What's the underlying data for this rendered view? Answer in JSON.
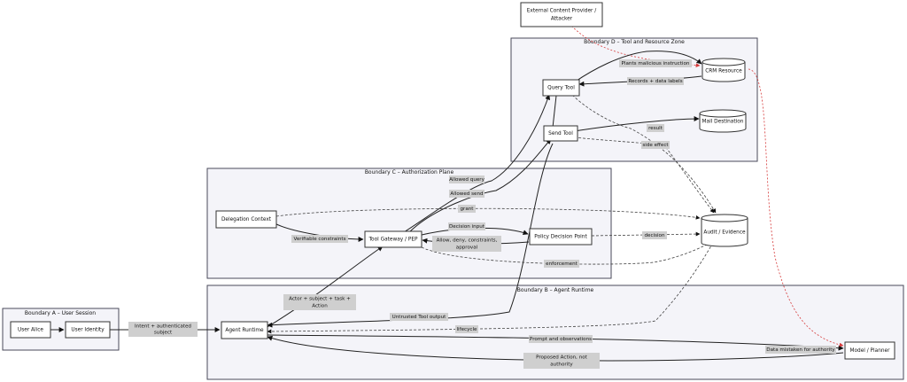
{
  "zones": {
    "a": "Boundary A – User Session",
    "b": "Boundary B – Agent Runtime",
    "c": "Boundary C – Authorization Plane",
    "d": "Boundary D – Tool and Resource Zone"
  },
  "nodes": {
    "user_alice": "User Alice",
    "user_identity": "User Identity",
    "agent_runtime": "Agent Runtime",
    "model_planner": "Model / Planner",
    "delegation_context": "Delegation Context",
    "tool_gateway": "Tool Gateway / PEP",
    "policy_decision_point": "Policy Decision Point",
    "audit_evidence": "Audit / Evidence",
    "query_tool": "Query Tool",
    "send_tool": "Send Tool",
    "crm_resource": "CRM Resource",
    "mail_destination": "Mail Destination",
    "external_provider": [
      "External Content Provider /",
      "Attacker"
    ]
  },
  "edges": {
    "intent": [
      "Intent + authenticated",
      "subject"
    ],
    "actor_subject": [
      "Actor + subject + task +",
      "Action"
    ],
    "untrusted_output": "Untrusted Tool output",
    "lifecycle": "lifecycle",
    "prompt_observations": "Prompt and observations",
    "data_mistaken": "Data mistaken for authority",
    "proposed_action": [
      "Proposed Action, not",
      "authority"
    ],
    "verifiable_constraints": "Verifiable constraints",
    "grant": "grant",
    "decision_input": "Decision input",
    "allow_deny": [
      "Allow, deny, constraints,",
      "approval"
    ],
    "decision": "decision",
    "enforcement": "enforcement",
    "allowed_query": "Allowed query",
    "allowed_send": "Allowed send",
    "plants_malicious": "Plants malicious instruction",
    "records_labels": "Records + data labels",
    "result": "result",
    "side_effect": "side effect"
  },
  "colors": {
    "zone_fill": "#f4f4f9",
    "label_bg": "#cfcfcf",
    "injection_path": "#d63a3a"
  }
}
